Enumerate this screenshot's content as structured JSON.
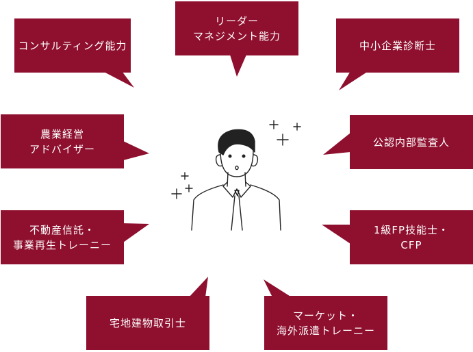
{
  "colors": {
    "bubble": "#8e0f2e",
    "text": "#ffffff",
    "line": "#222222"
  },
  "bubbles": {
    "consulting": {
      "lines": [
        "コンサルティング能力"
      ]
    },
    "leadership": {
      "lines": [
        "リーダー",
        "マネジメント能力"
      ]
    },
    "sme": {
      "lines": [
        "中小企業診断士"
      ]
    },
    "agri": {
      "lines": [
        "農業経営",
        "アドバイザー"
      ]
    },
    "audit": {
      "lines": [
        "公認内部監査人"
      ]
    },
    "realestate": {
      "lines": [
        "不動産信託・",
        "事業再生トレーニー"
      ]
    },
    "fp": {
      "lines": [
        "1級FP技能士・",
        "CFP"
      ]
    },
    "takken": {
      "lines": [
        "宅地建物取引士"
      ]
    },
    "market": {
      "lines": [
        "マーケット・",
        "海外派遣トレーニー"
      ]
    }
  },
  "icons": {
    "person": "businessman-icon",
    "sparkle": "sparkle-icon"
  }
}
